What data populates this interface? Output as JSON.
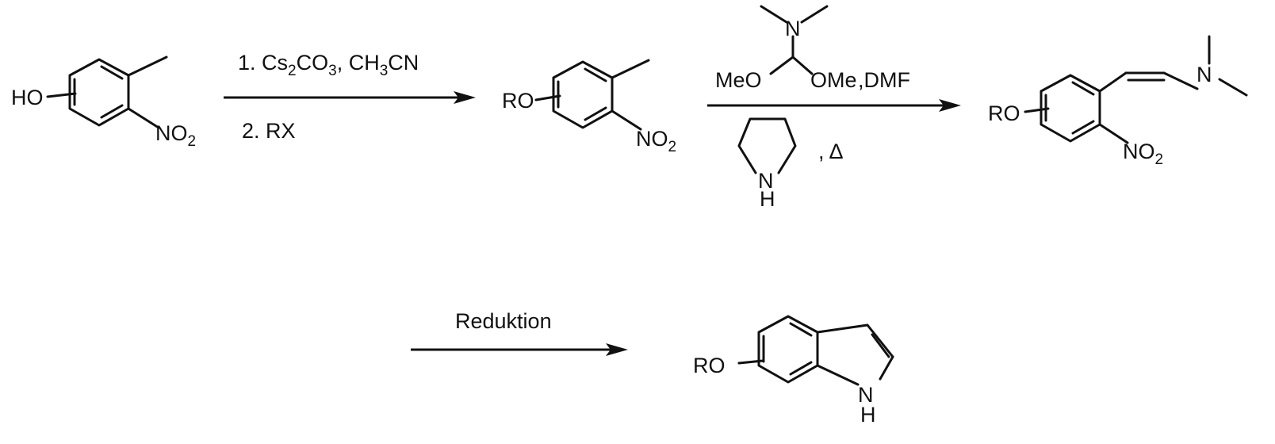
{
  "compound1": {
    "substituent": "HO",
    "nitro": "NO",
    "nitro_sub": "2"
  },
  "step1": {
    "line1": [
      {
        "t": "1. Cs"
      },
      {
        "t": "2",
        "sub": true
      },
      {
        "t": "CO"
      },
      {
        "t": "3",
        "sub": true
      },
      {
        "t": ", CH"
      },
      {
        "t": "3",
        "sub": true
      },
      {
        "t": "CN"
      }
    ],
    "line2": "2. RX"
  },
  "compound2": {
    "substituent": "RO",
    "nitro": "NO",
    "nitro_sub": "2"
  },
  "step2": {
    "reagent_n": "N",
    "reagent_left": "MeO",
    "reagent_right": "OMe",
    "solvent": ",DMF",
    "pyrrolidine_n": "N",
    "pyrrolidine_h": "H",
    "heat": ", Δ"
  },
  "compound3": {
    "substituent": "RO",
    "nitro": "NO",
    "nitro_sub": "2",
    "amine_n": "N"
  },
  "step3": {
    "label": "Reduktion"
  },
  "product": {
    "substituent": "RO",
    "nh_n": "N",
    "nh_h": "H"
  }
}
